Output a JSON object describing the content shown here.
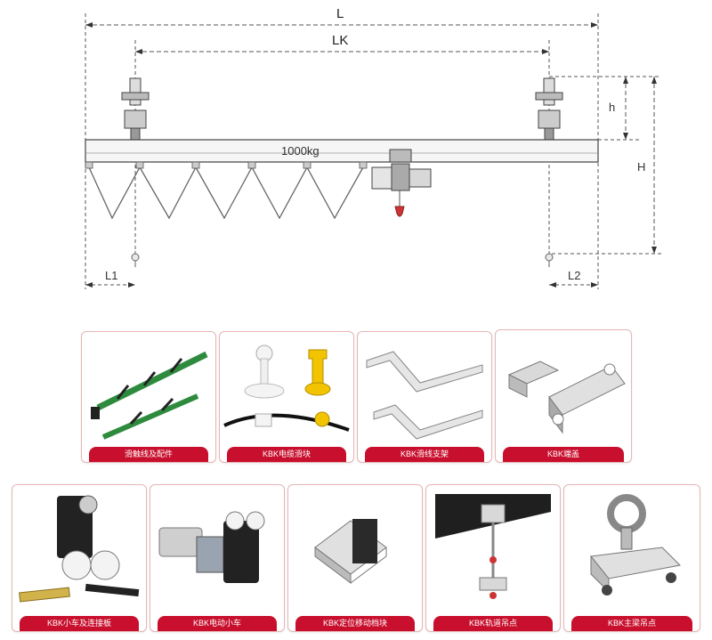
{
  "diagram": {
    "dim_L": "L",
    "dim_LK": "LK",
    "dim_h": "h",
    "dim_H": "H",
    "dim_L1": "L1",
    "dim_L2": "L2",
    "load": "1000kg"
  },
  "accessories": [
    {
      "label": "滑触线及配件",
      "icon": "conductor-rail-icon"
    },
    {
      "label": "KBK电缆滑块",
      "icon": "cable-trolley-icon"
    },
    {
      "label": "KBK滑线支架",
      "icon": "rail-bracket-icon"
    },
    {
      "label": "KBK端盖",
      "icon": "end-cap-icon"
    },
    {
      "label": "KBK小车及连接板",
      "icon": "trolley-connector-icon"
    },
    {
      "label": "KBK电动小车",
      "icon": "electric-trolley-icon"
    },
    {
      "label": "KBK定位移动档块",
      "icon": "positioning-stopper-icon"
    },
    {
      "label": "KBK轨道吊点",
      "icon": "track-suspension-icon"
    },
    {
      "label": "KBK主梁吊点",
      "icon": "girder-suspension-icon"
    }
  ],
  "colors": {
    "caption_bg": "#c8102e",
    "card_border": "#e6b5b5",
    "rail_green": "#2e8b3e",
    "bracket_yellow": "#f2c400"
  }
}
